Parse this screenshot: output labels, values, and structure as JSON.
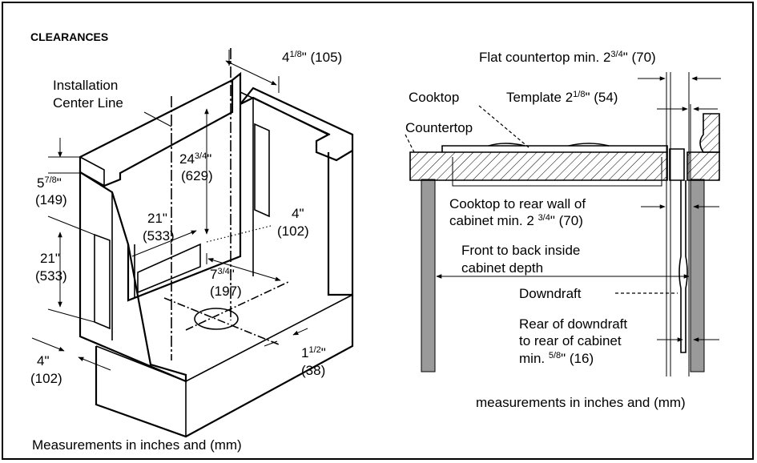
{
  "title": "CLEARANCES",
  "left": {
    "install_line": "Installation",
    "center_line": "Center Line",
    "dim_4_1_8": "4",
    "dim_4_1_8_frac": "1/8",
    "dim_4_1_8_mm": "\" (105)",
    "dim_24": "24",
    "dim_24_frac": "3/4",
    "dim_24_q": "\"",
    "dim_24_mm": "(629)",
    "dim_5": "5",
    "dim_5_frac": "7/8",
    "dim_5_q": "\"",
    "dim_5_mm": "(149)",
    "dim_21a": "21\"",
    "dim_21a_mm": "(533)",
    "dim_21b": "21\"",
    "dim_21b_mm": "(533)",
    "dim_4a": "4\"",
    "dim_4a_mm": "(102)",
    "dim_7": "7",
    "dim_7_frac": "3/4",
    "dim_7_q": "\"",
    "dim_7_mm": "(197)",
    "dim_4b": "4\"",
    "dim_4b_mm": "(102)",
    "dim_1": "1",
    "dim_1_frac": "1/2",
    "dim_1_q": "\"",
    "dim_1_mm": "(38)",
    "footer": "Measurements in inches and (mm)"
  },
  "right": {
    "flat_countertop": "Flat countertop min. 2",
    "flat_frac": "3/4",
    "flat_mm": "\" (70)",
    "cooktop": "Cooktop",
    "template": "Template 2",
    "template_frac": "1/8",
    "template_mm": "\" (54)",
    "countertop": "Countertop",
    "cooktop_rear_1": "Cooktop to rear wall of",
    "cooktop_rear_2a": "cabinet min. 2 ",
    "cooktop_rear_2_frac": "3/4",
    "cooktop_rear_2b": "\" (70)",
    "front_back_1": "Front to back inside",
    "front_back_2": "cabinet depth",
    "downdraft": "Downdraft",
    "rear_1": "Rear of downdraft",
    "rear_2": "to rear of cabinet",
    "rear_3a": "min. ",
    "rear_3_frac": "5/8",
    "rear_3b": "\" (16)",
    "footer": "measurements in inches and (mm)"
  },
  "colors": {
    "gray_post": "#9a9a9a",
    "stroke": "#000000"
  }
}
